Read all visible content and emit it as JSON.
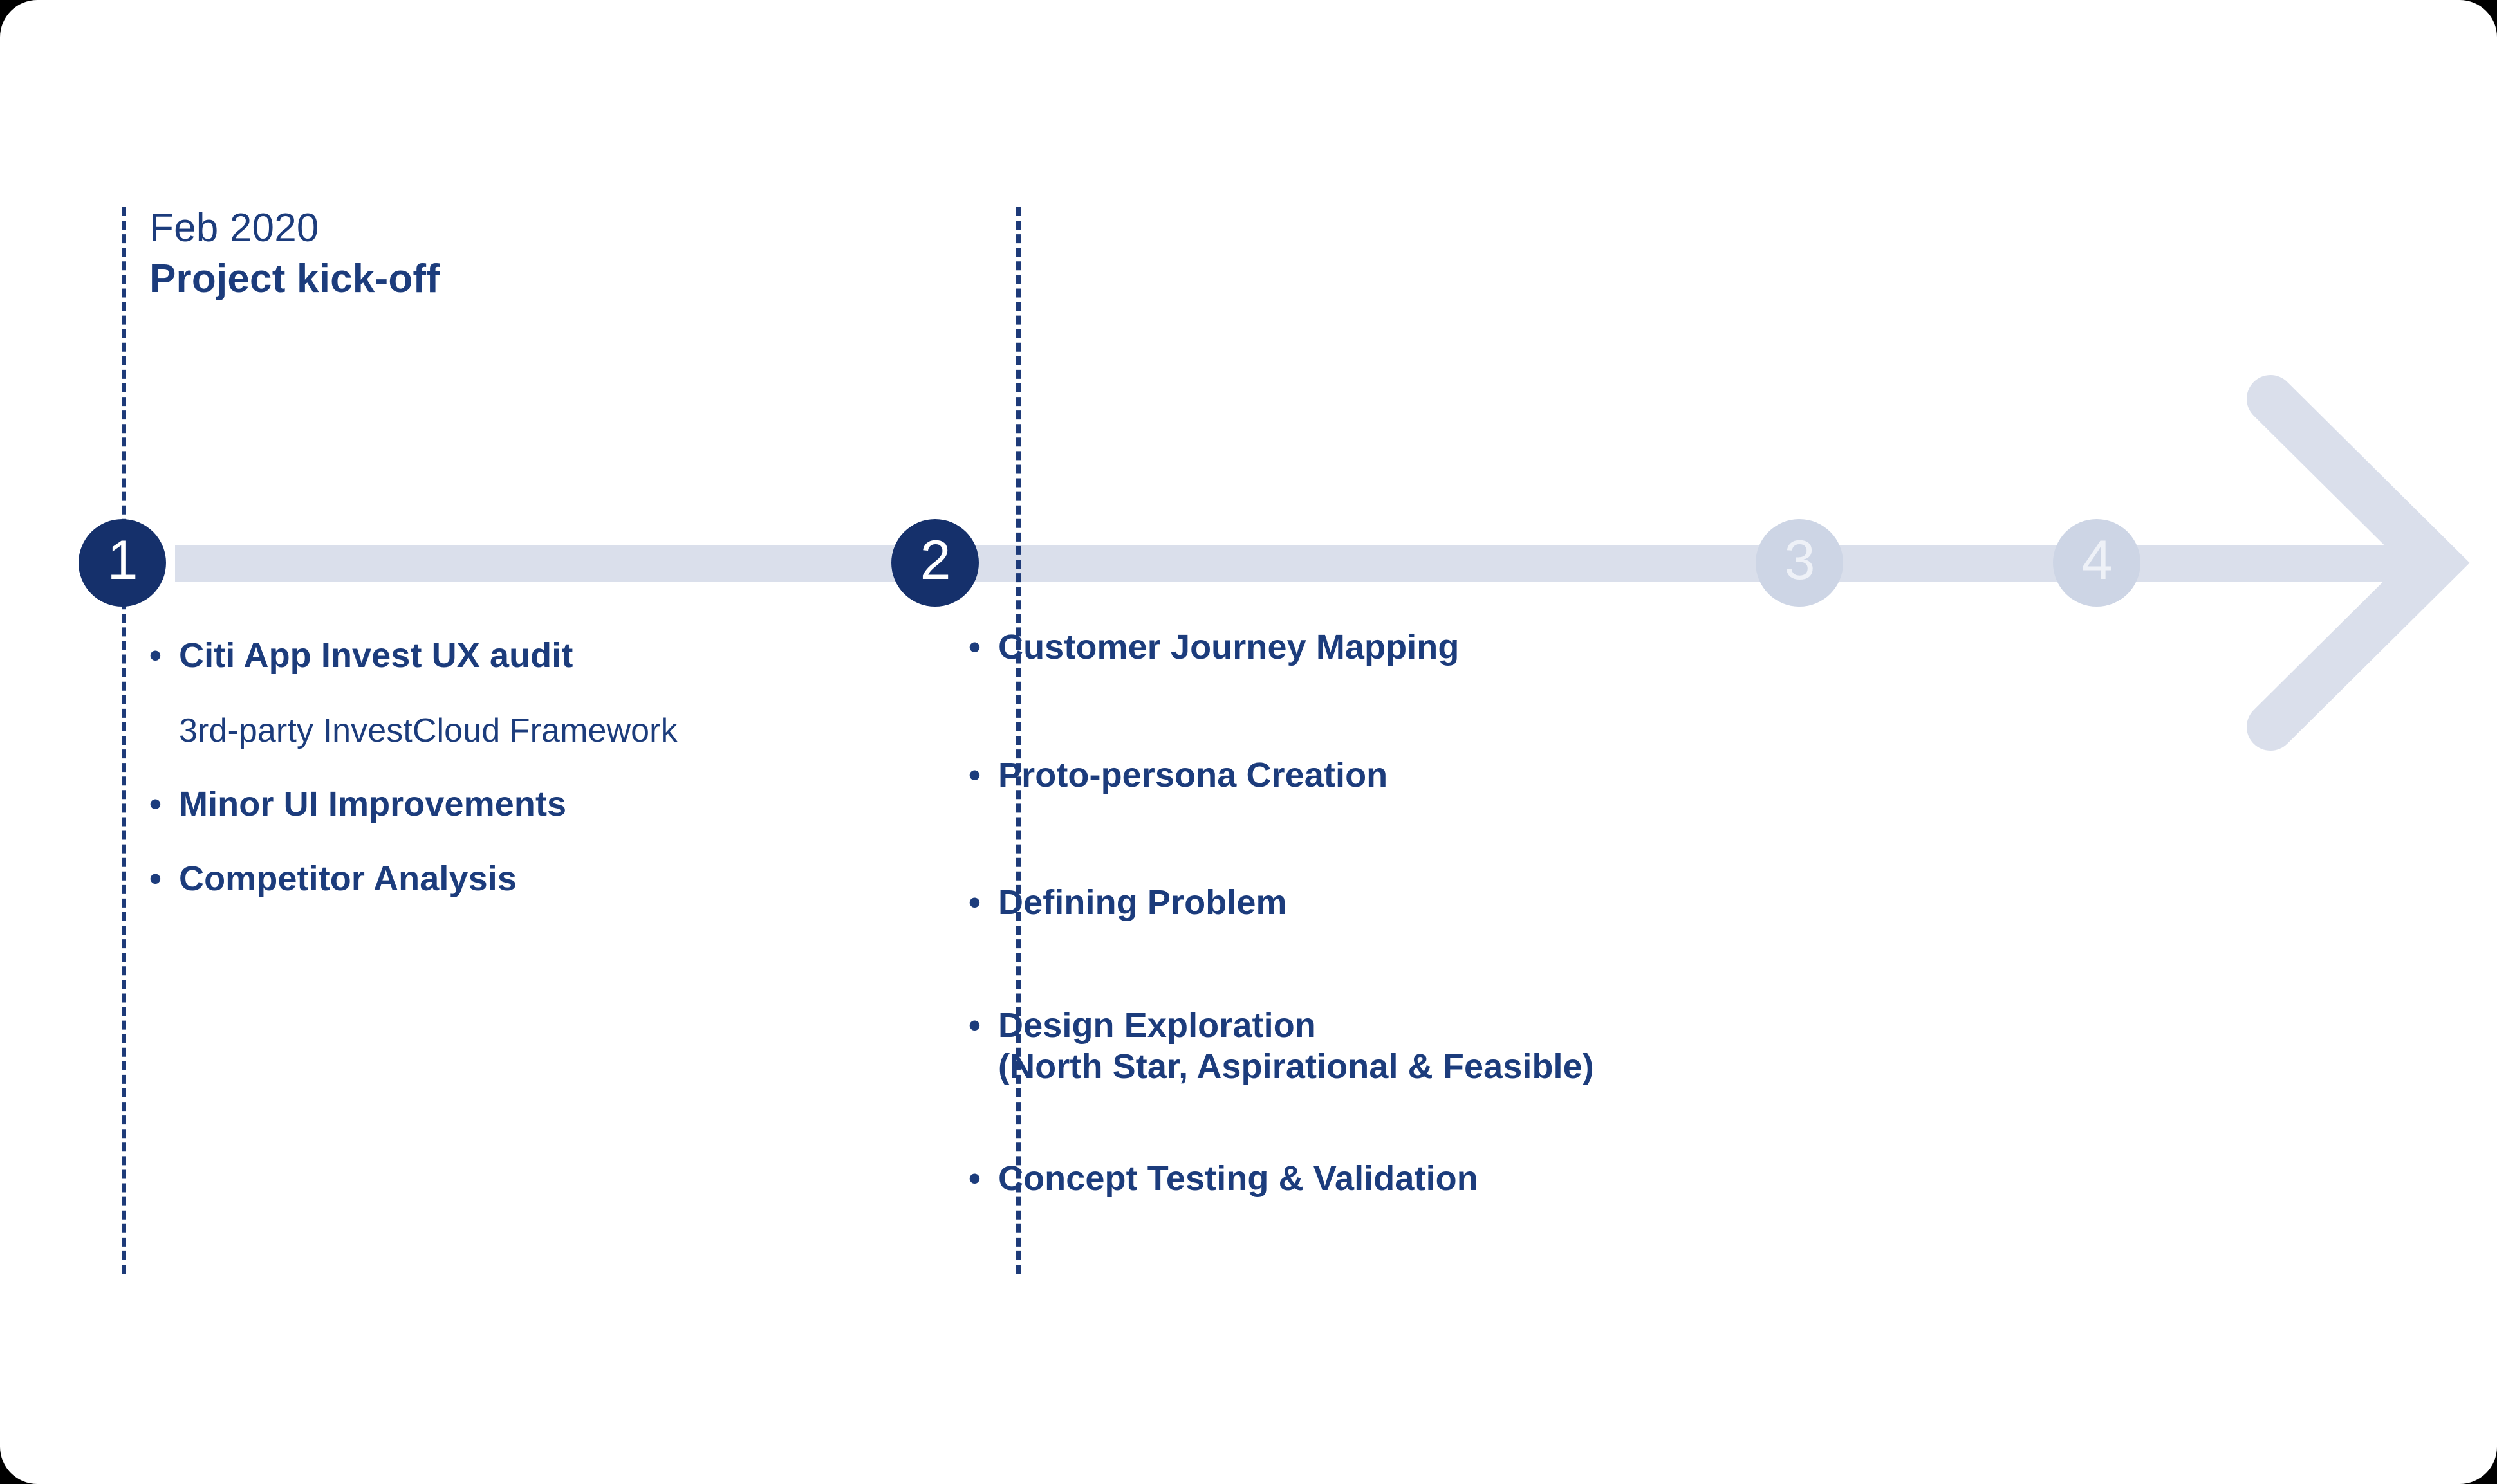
{
  "colors": {
    "navy": "#15306b",
    "text_navy": "#1c3c7c",
    "track_gray": "#dadfeb",
    "inactive_marker": "#cdd5e5",
    "canvas": "#ffffff"
  },
  "heading": {
    "date": "Feb 2020",
    "title": "Project kick-off"
  },
  "timeline": {
    "markers": [
      {
        "number": "1",
        "state": "active"
      },
      {
        "number": "2",
        "state": "active"
      },
      {
        "number": "3",
        "state": "inactive"
      },
      {
        "number": "4",
        "state": "inactive"
      }
    ],
    "arrow_direction": "right"
  },
  "phase1": {
    "bullet_glyph": "•",
    "items": [
      {
        "text": "Citi App Invest UX audit"
      },
      {
        "text": "Minor UI Improvements"
      },
      {
        "text": "Competitor Analysis"
      }
    ],
    "sub_note": "3rd-party InvestCloud Framework"
  },
  "phase2": {
    "bullet_glyph": "•",
    "items": [
      {
        "text": "Customer Journey Mapping"
      },
      {
        "text": "Proto-persona Creation"
      },
      {
        "text": "Defining Problem"
      },
      {
        "text": "Design Exploration\n(North Star, Aspirational & Feasible)"
      },
      {
        "text": "Concept Testing & Validation"
      }
    ]
  }
}
